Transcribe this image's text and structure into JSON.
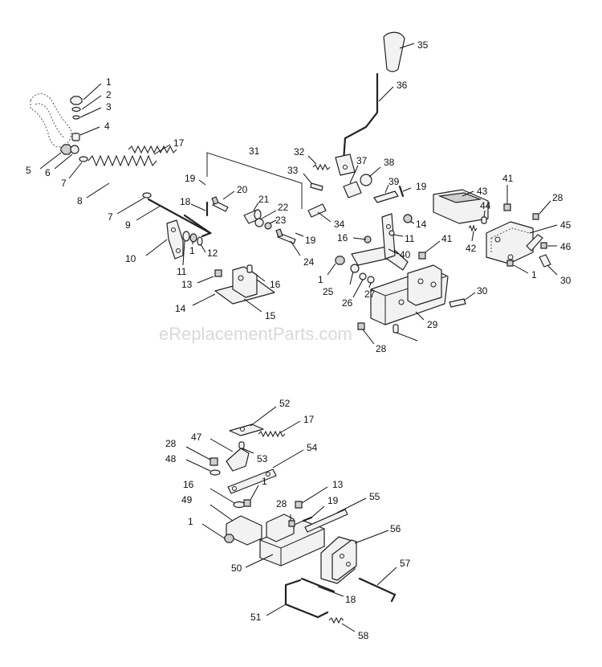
{
  "watermark": "eReplacementParts.com",
  "callouts": [
    {
      "id": "c1",
      "label": "1"
    },
    {
      "id": "c2",
      "label": "2"
    },
    {
      "id": "c3",
      "label": "3"
    },
    {
      "id": "c4",
      "label": "4"
    },
    {
      "id": "c5",
      "label": "5"
    },
    {
      "id": "c6",
      "label": "6"
    },
    {
      "id": "c7a",
      "label": "7"
    },
    {
      "id": "c7b",
      "label": "7"
    },
    {
      "id": "c8",
      "label": "8"
    },
    {
      "id": "c9",
      "label": "9"
    },
    {
      "id": "c10",
      "label": "10"
    },
    {
      "id": "c11a",
      "label": "11"
    },
    {
      "id": "c1b",
      "label": "1"
    },
    {
      "id": "c12",
      "label": "12"
    },
    {
      "id": "c13a",
      "label": "13"
    },
    {
      "id": "c14a",
      "label": "14"
    },
    {
      "id": "c15",
      "label": "15"
    },
    {
      "id": "c16a",
      "label": "16"
    },
    {
      "id": "c17a",
      "label": "17"
    },
    {
      "id": "c18a",
      "label": "18"
    },
    {
      "id": "c19a",
      "label": "19"
    },
    {
      "id": "c20",
      "label": "20"
    },
    {
      "id": "c21",
      "label": "21"
    },
    {
      "id": "c22",
      "label": "22"
    },
    {
      "id": "c23",
      "label": "23"
    },
    {
      "id": "c24",
      "label": "24"
    },
    {
      "id": "c31",
      "label": "31"
    },
    {
      "id": "c19b",
      "label": "19"
    },
    {
      "id": "c32",
      "label": "32"
    },
    {
      "id": "c33",
      "label": "33"
    },
    {
      "id": "c34",
      "label": "34"
    },
    {
      "id": "c35",
      "label": "35"
    },
    {
      "id": "c36",
      "label": "36"
    },
    {
      "id": "c37",
      "label": "37"
    },
    {
      "id": "c38",
      "label": "38"
    },
    {
      "id": "c39",
      "label": "39"
    },
    {
      "id": "c19c",
      "label": "19"
    },
    {
      "id": "c14b",
      "label": "14"
    },
    {
      "id": "c11b",
      "label": "11"
    },
    {
      "id": "c16b",
      "label": "16"
    },
    {
      "id": "c40",
      "label": "40"
    },
    {
      "id": "c41a",
      "label": "41"
    },
    {
      "id": "c1c",
      "label": "1"
    },
    {
      "id": "c25",
      "label": "25"
    },
    {
      "id": "c26",
      "label": "26"
    },
    {
      "id": "c27",
      "label": "27"
    },
    {
      "id": "c29",
      "label": "29"
    },
    {
      "id": "c30a",
      "label": "30"
    },
    {
      "id": "c28a",
      "label": "28"
    },
    {
      "id": "c43",
      "label": "43"
    },
    {
      "id": "c41b",
      "label": "41"
    },
    {
      "id": "c44",
      "label": "44"
    },
    {
      "id": "c42",
      "label": "42"
    },
    {
      "id": "c28b",
      "label": "28"
    },
    {
      "id": "c45",
      "label": "45"
    },
    {
      "id": "c46",
      "label": "46"
    },
    {
      "id": "c1d",
      "label": "1"
    },
    {
      "id": "c30b",
      "label": "30"
    },
    {
      "id": "c52",
      "label": "52"
    },
    {
      "id": "c17b",
      "label": "17"
    },
    {
      "id": "c47",
      "label": "47"
    },
    {
      "id": "c54",
      "label": "54"
    },
    {
      "id": "c28c",
      "label": "28"
    },
    {
      "id": "c53",
      "label": "53"
    },
    {
      "id": "c48",
      "label": "48"
    },
    {
      "id": "c16c",
      "label": "16"
    },
    {
      "id": "c1e",
      "label": "1"
    },
    {
      "id": "c13b",
      "label": "13"
    },
    {
      "id": "c49",
      "label": "49"
    },
    {
      "id": "c55",
      "label": "55"
    },
    {
      "id": "c28d",
      "label": "28"
    },
    {
      "id": "c19d",
      "label": "19"
    },
    {
      "id": "c1f",
      "label": "1"
    },
    {
      "id": "c56",
      "label": "56"
    },
    {
      "id": "c50",
      "label": "50"
    },
    {
      "id": "c57",
      "label": "57"
    },
    {
      "id": "c18b",
      "label": "18"
    },
    {
      "id": "c51",
      "label": "51"
    },
    {
      "id": "c58",
      "label": "58"
    }
  ]
}
